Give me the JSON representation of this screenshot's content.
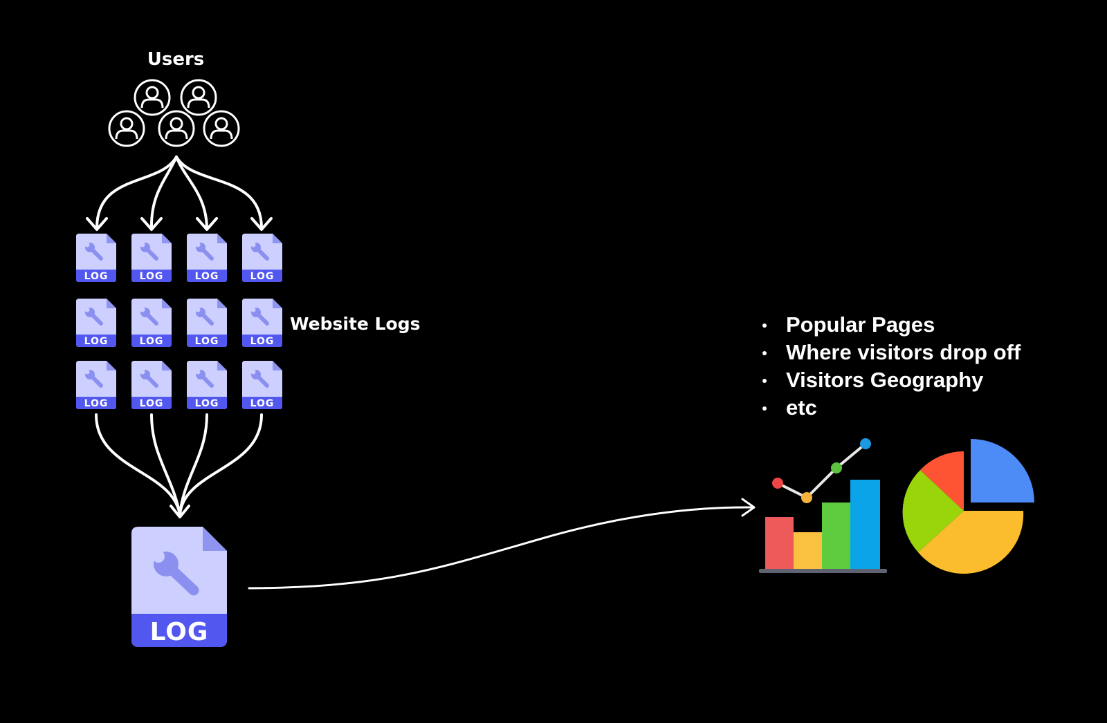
{
  "labels": {
    "users": "Users",
    "website_logs": "Website Logs",
    "log_badge": "LOG"
  },
  "insights": {
    "items": [
      "Popular Pages",
      "Where visitors drop off",
      "Visitors Geography",
      "etc"
    ]
  },
  "icons": {
    "user": "user-circle-icon",
    "log_file": "log-file-icon",
    "bar_chart": "bar-line-chart-icon",
    "pie_chart": "pie-chart-icon"
  },
  "colors": {
    "background": "#000000",
    "foreground": "#ffffff",
    "log_page": "#cdd0ff",
    "log_fold": "#8f94f0",
    "log_wrench": "#8b90f0",
    "log_band": "#5257f0",
    "bars": [
      "#ee5a5a",
      "#f9c13f",
      "#5fcc3f",
      "#0ca4e8"
    ],
    "trend_points": [
      "#ee4646",
      "#f6b23c",
      "#5fc33f",
      "#1d99e2"
    ],
    "pie": [
      "#4d8bf7",
      "#fbbd2e",
      "#9ad40b",
      "#ff5433"
    ]
  }
}
